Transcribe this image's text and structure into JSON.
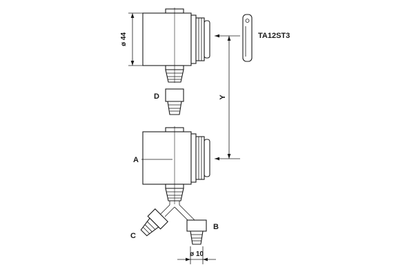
{
  "diagram": {
    "model_label": "TA12ST3",
    "dimensions": {
      "body_diameter": "ø 44",
      "vertical_span": "Y",
      "hose_diameter": "ø 10"
    },
    "parts": {
      "a": "A",
      "b": "B",
      "c": "C",
      "d": "D"
    },
    "colors": {
      "line": "#1a1a1a",
      "background": "#ffffff"
    }
  }
}
